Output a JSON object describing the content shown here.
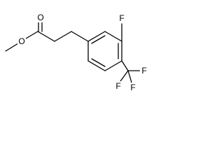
{
  "molecule": {
    "atoms": {
      "fluorine_top": "F",
      "ester_oxygen_carbonyl": "O",
      "ester_oxygen_ether": "O",
      "cf3_fluorine_right": "F",
      "cf3_fluorine_bottom_left": "F",
      "cf3_fluorine_bottom_right": "F"
    }
  }
}
